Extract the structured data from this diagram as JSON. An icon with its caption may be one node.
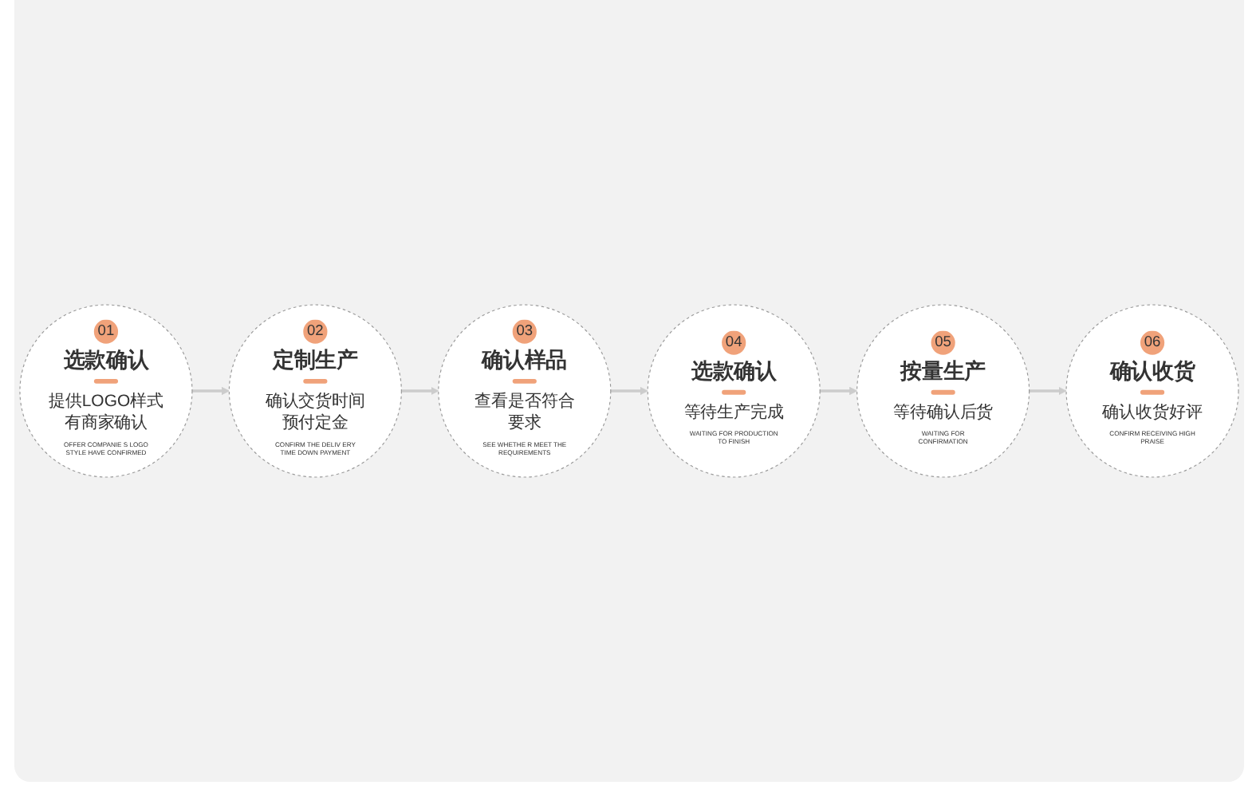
{
  "diagram": {
    "nodes": [
      {
        "text": [
          "01",
          "选款确认",
          "提供LOGO样式有商家确认",
          "OFFER COMPANIE S LOGO STYLE HAVE CONFIRMED"
        ]
      },
      {
        "text": [
          "02",
          "定制生产",
          "确认交货时间预付定金",
          "CONFIRM THE DELIV ERY TIME DOWN PAYMENT"
        ]
      },
      {
        "text": [
          "03",
          "确认样品",
          "查看是否符合要求",
          "SEE WHETHE R MEET THE REQUIREMENTS"
        ]
      },
      {
        "text": [
          "04",
          "选款确认",
          "等待生产完成",
          "WAITING FOR PRODUCTION TO FINISH"
        ]
      },
      {
        "text": [
          "05",
          "按量生产",
          "等待确认后货",
          "WAITING FOR CONFIRMATION"
        ]
      },
      {
        "text": [
          "06",
          "确认收货",
          "确认收货好评",
          "CONFIRM RECEIVING HIGH PRAISE"
        ]
      }
    ],
    "edges": [
      {
        "from": 0,
        "to": 1,
        "arrow": "to"
      },
      {
        "from": 1,
        "to": 2,
        "arrow": "to"
      },
      {
        "from": 2,
        "to": 3,
        "arrow": "to"
      },
      {
        "from": 3,
        "to": 4,
        "arrow": "to"
      },
      {
        "from": 4,
        "to": 5,
        "arrow": "to"
      }
    ]
  }
}
